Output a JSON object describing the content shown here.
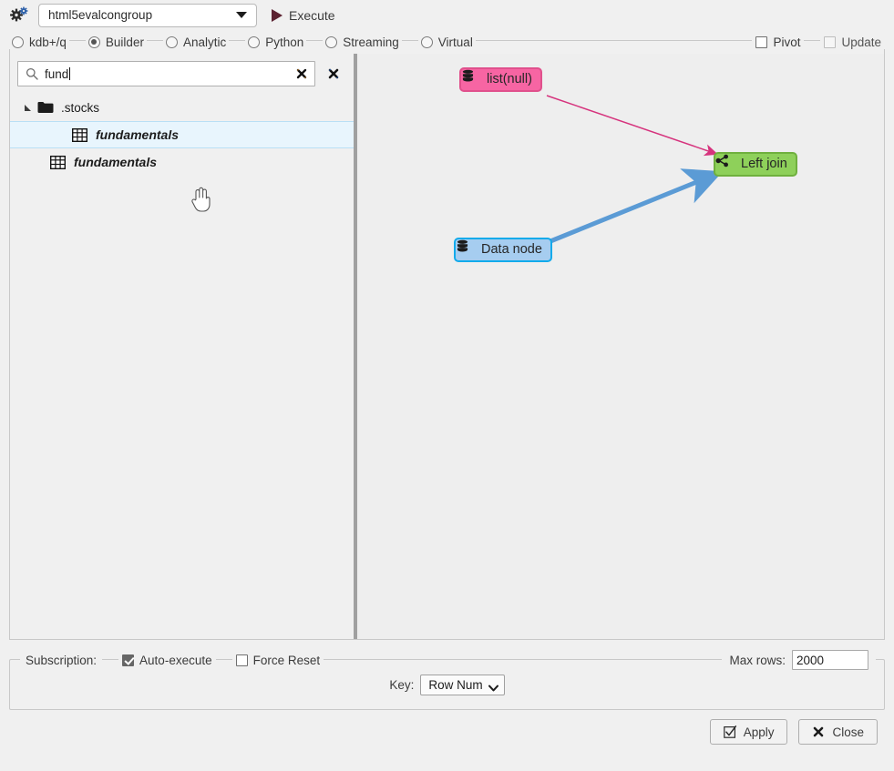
{
  "toolbar": {
    "gears_icon": "gears-icon",
    "connection_value": "html5evalcongroup",
    "execute_label": "Execute"
  },
  "modes": {
    "options": [
      {
        "label": "kdb+/q",
        "selected": false
      },
      {
        "label": "Builder",
        "selected": true
      },
      {
        "label": "Analytic",
        "selected": false
      },
      {
        "label": "Python",
        "selected": false
      },
      {
        "label": "Streaming",
        "selected": false
      },
      {
        "label": "Virtual",
        "selected": false
      }
    ],
    "pivot_label": "Pivot",
    "pivot_checked": false,
    "update_label": "Update",
    "update_checked": false
  },
  "search": {
    "value": "fund",
    "clear_inner_icon": "clear-icon",
    "clear_outer_icon": "close-icon",
    "search_icon": "search-icon"
  },
  "tree": {
    "nodes": [
      {
        "label": ".stocks",
        "type": "folder",
        "depth": 0,
        "expanded": true,
        "selected": false
      },
      {
        "label": "fundamentals",
        "type": "table",
        "depth": 2,
        "selected": true
      },
      {
        "label": "fundamentals",
        "type": "table",
        "depth": 1,
        "selected": false
      }
    ]
  },
  "canvas": {
    "nodes": [
      {
        "id": "list-null",
        "label": "list(null)",
        "icon": "database-icon",
        "color": "#f765a3",
        "border": "#e0508c"
      },
      {
        "id": "data-node",
        "label": "Data node",
        "icon": "database-icon",
        "color": "#a6cdf0",
        "border": "#12aaeb"
      },
      {
        "id": "left-join",
        "label": "Left join",
        "icon": "share-icon",
        "color": "#8ed05a",
        "border": "#6fb03e"
      }
    ],
    "edges": [
      {
        "from": "list-null",
        "to": "left-join",
        "color": "#d6337d"
      },
      {
        "from": "data-node",
        "to": "left-join",
        "color": "#5b9bd5"
      }
    ],
    "background": "#eeeeee"
  },
  "subscription": {
    "caption": "Subscription:",
    "auto_execute_label": "Auto-execute",
    "auto_execute_checked": true,
    "force_reset_label": "Force Reset",
    "force_reset_checked": false,
    "max_rows_label": "Max rows:",
    "max_rows_value": "2000",
    "key_label": "Key:",
    "key_value": "Row Num"
  },
  "footer": {
    "apply_label": "Apply",
    "apply_icon": "checkbox-checked-icon",
    "close_label": "Close",
    "close_icon": "close-icon"
  }
}
